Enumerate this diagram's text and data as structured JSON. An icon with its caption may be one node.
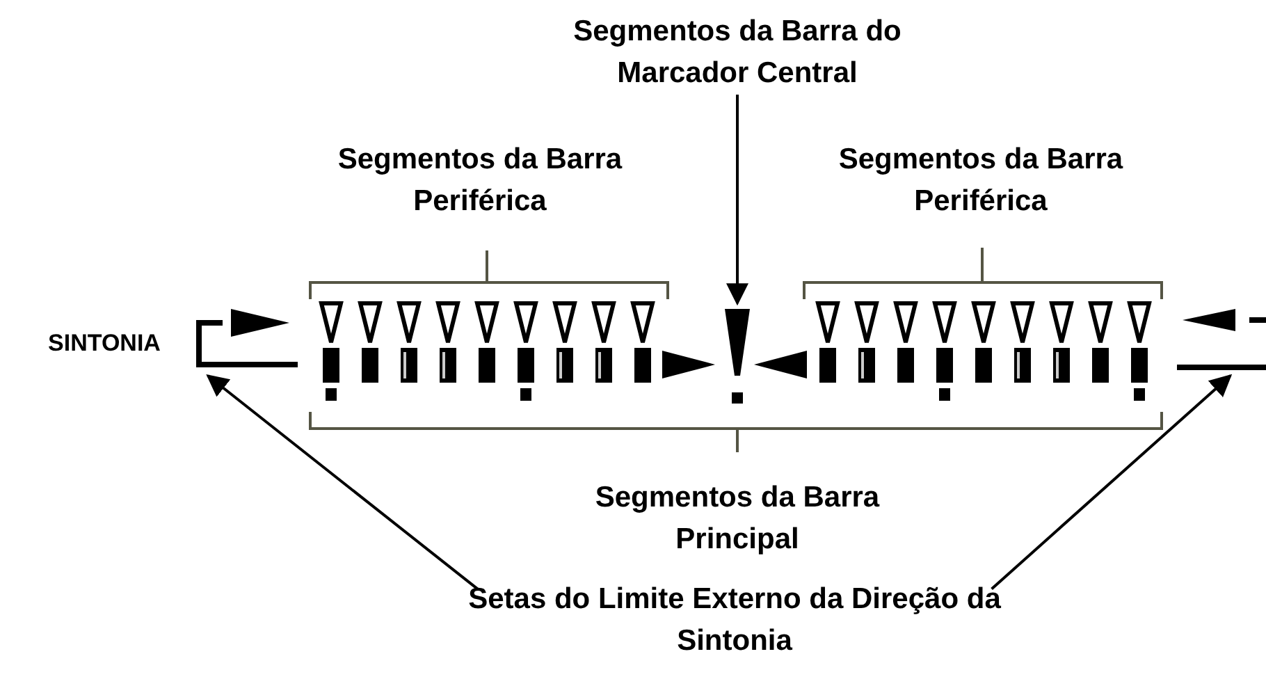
{
  "diagram": {
    "nodes": [
      {
        "text": [
          "Segmentos da Barra do Marcador Central"
        ]
      },
      {
        "text": [],
        "shape": "picture"
      },
      {
        "text": [],
        "shape": "picture"
      },
      {
        "text": [],
        "shape": "picture"
      },
      {
        "text": [
          "Setas do Limite Externo da Direção da Sintonia"
        ]
      }
    ],
    "edges": [
      {
        "from": 0,
        "to": 2,
        "arrow": "to"
      },
      {
        "from": 4,
        "to": 1,
        "arrow": "to"
      },
      {
        "from": 4,
        "to": 3,
        "arrow": "to"
      }
    ],
    "labels": [
      "Segmentos da Barra Periférica",
      "Segmentos da Barra Periférica",
      "SINTONIA",
      "Segmentos da Barra Principal"
    ]
  }
}
